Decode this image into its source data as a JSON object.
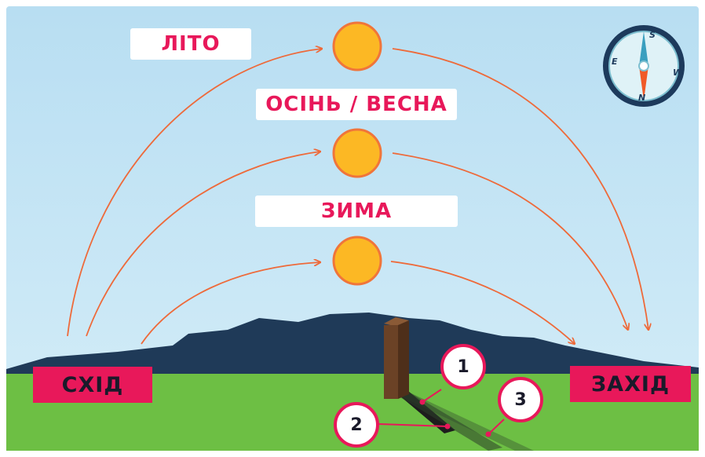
{
  "seasons": {
    "summer": "ЛІТО",
    "autumn_spring": "ОСІНЬ / ВЕСНА",
    "winter": "ЗИМА"
  },
  "directions": {
    "east": "СХІД",
    "west": "ЗАХІД"
  },
  "shadow_markers": [
    "1",
    "2",
    "3"
  ],
  "compass": {
    "n": "N",
    "s": "S",
    "e": "E",
    "w": "W"
  },
  "colors": {
    "sky": "#c5e5f5",
    "ground": "#6dbf44",
    "mountains": "#1f3a58",
    "sun": "#fcb824",
    "sun_outline": "#f0753a",
    "arc": "#ee6a3a",
    "label_accent": "#e8185a",
    "post": "#6b4226"
  }
}
